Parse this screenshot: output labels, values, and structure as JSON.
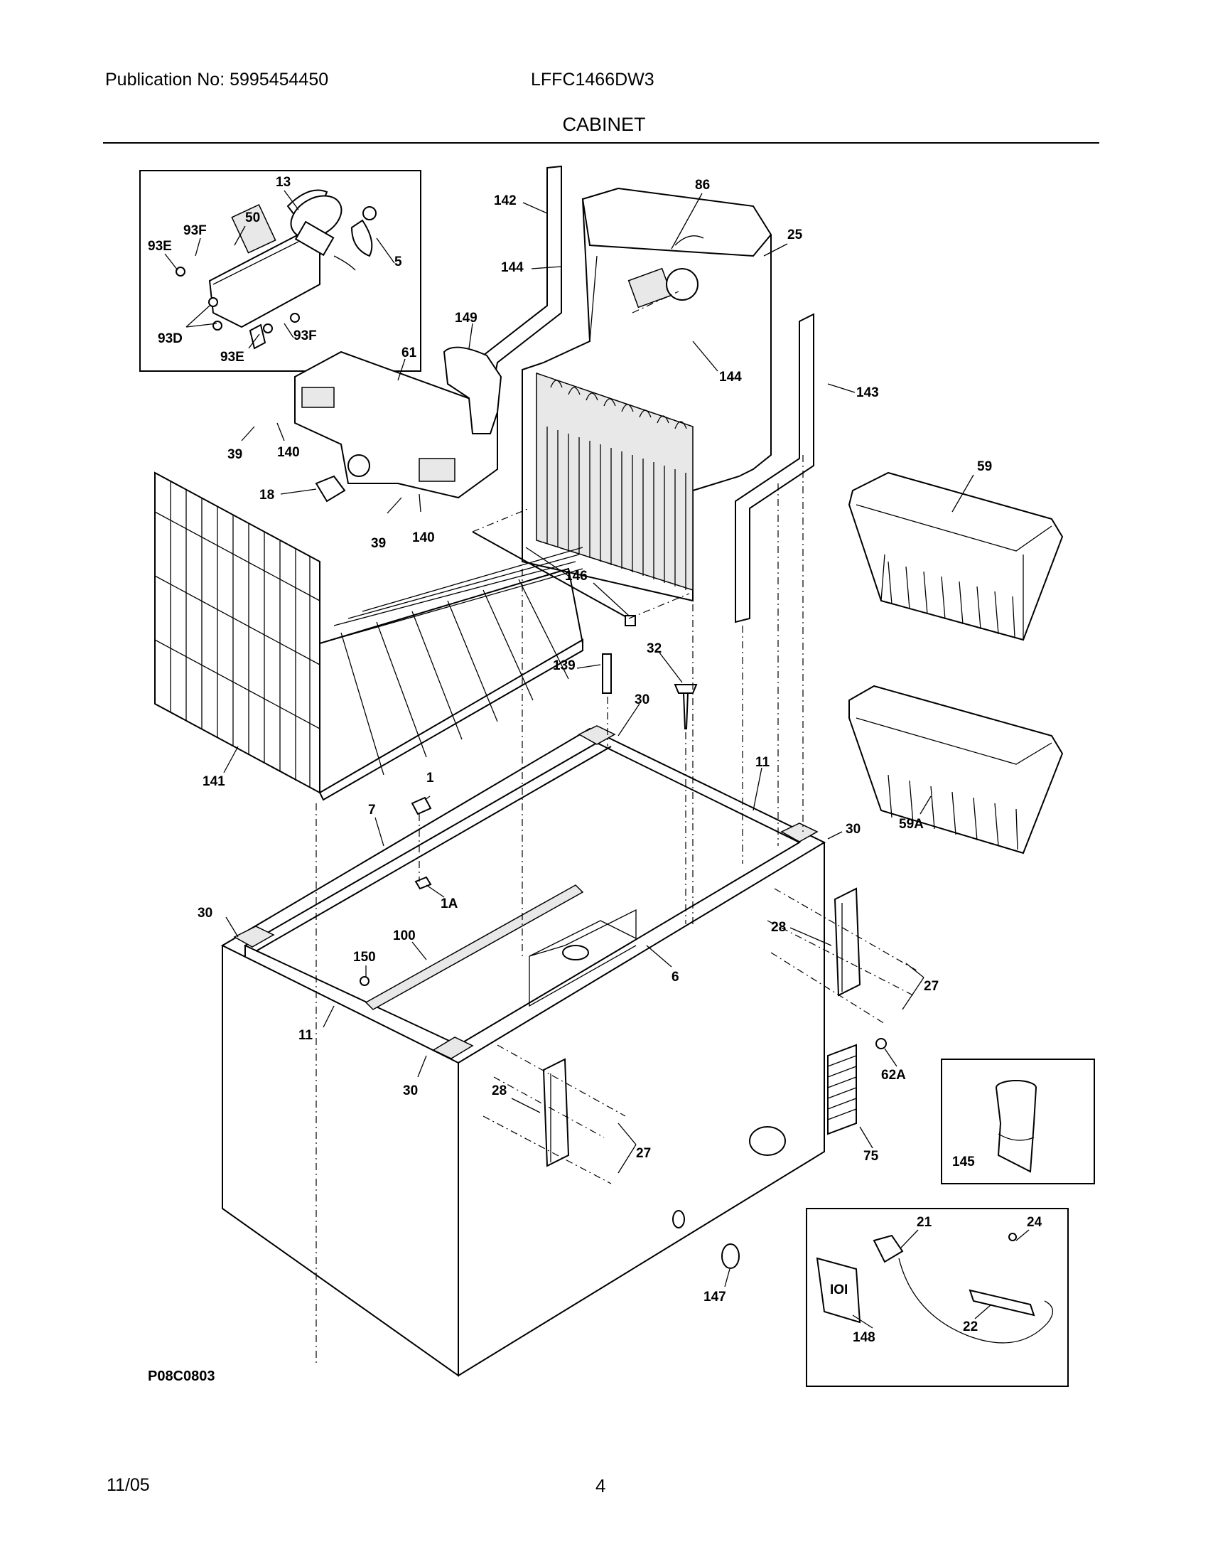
{
  "header": {
    "publication": "Publication No: 5995454450",
    "model": "LFFC1466DW3",
    "title": "CABINET"
  },
  "footer": {
    "date": "11/05",
    "page": "4"
  },
  "diagram": {
    "code": "P08C0803",
    "callouts": [
      "13",
      "93F",
      "50",
      "93E",
      "5",
      "93D",
      "93F",
      "93E",
      "142",
      "86",
      "25",
      "144",
      "149",
      "61",
      "144",
      "143",
      "39",
      "140",
      "18",
      "39",
      "140",
      "146",
      "59",
      "32",
      "139",
      "30",
      "141",
      "1",
      "7",
      "11",
      "30",
      "59A",
      "1A",
      "28",
      "30",
      "100",
      "150",
      "6",
      "27",
      "11",
      "62A",
      "30",
      "28",
      "27",
      "75",
      "145",
      "21",
      "24",
      "147",
      "148",
      "22"
    ]
  }
}
